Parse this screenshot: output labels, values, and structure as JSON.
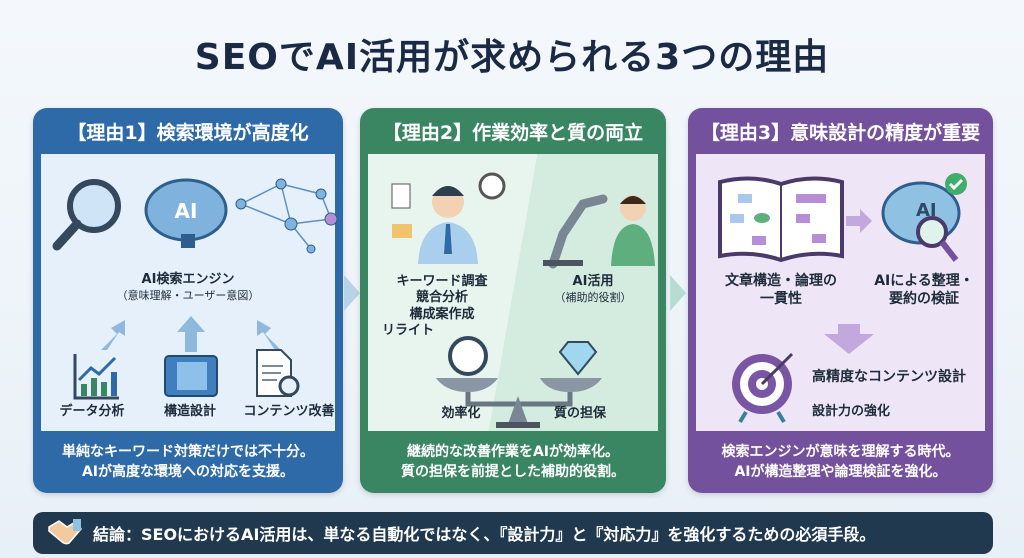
{
  "title": "SEOでAI活用が求められる3つの理由",
  "cards": [
    {
      "header": "【理由1】検索環境が高度化",
      "center_label": "AI検索エンジン",
      "center_sub": "（意味理解・ユーザー意図）",
      "items": [
        "データ分析",
        "構造設計",
        "コンテンツ改善"
      ],
      "footer": [
        "単純なキーワード対策だけでは不十分。",
        "AIが高度な環境への対応を支援。"
      ],
      "color": "#2f6aa8"
    },
    {
      "header": "【理由2】作業効率と質の両立",
      "tasks": [
        "キーワード調査",
        "競合分析",
        "構成案作成",
        "リライト"
      ],
      "ai_label": "AI活用",
      "ai_sub": "（補助的役割）",
      "scale_left": "効率化",
      "scale_right": "質の担保",
      "footer": [
        "継続的な改善作業をAIが効率化。",
        "質の担保を前提とした補助的役割。"
      ],
      "color": "#3a8663"
    },
    {
      "header": "【理由3】意味設計の精度が重要",
      "left_label": [
        "文章構造・論理の",
        "一貫性"
      ],
      "right_label": [
        "AIによる整理・",
        "要約の検証"
      ],
      "target_label": "高精度なコンテンツ設計",
      "target_sub": "設計力の強化",
      "footer": [
        "検索エンジンが意味を理解する時代。",
        "AIが構造整理や論理検証を強化。"
      ],
      "color": "#74519c"
    }
  ],
  "brain_text": "AI",
  "conclusion": "結論：SEOにおけるAI活用は、単なる自動化ではなく、『設計力』と『対応力』を強化するための必須手段。"
}
